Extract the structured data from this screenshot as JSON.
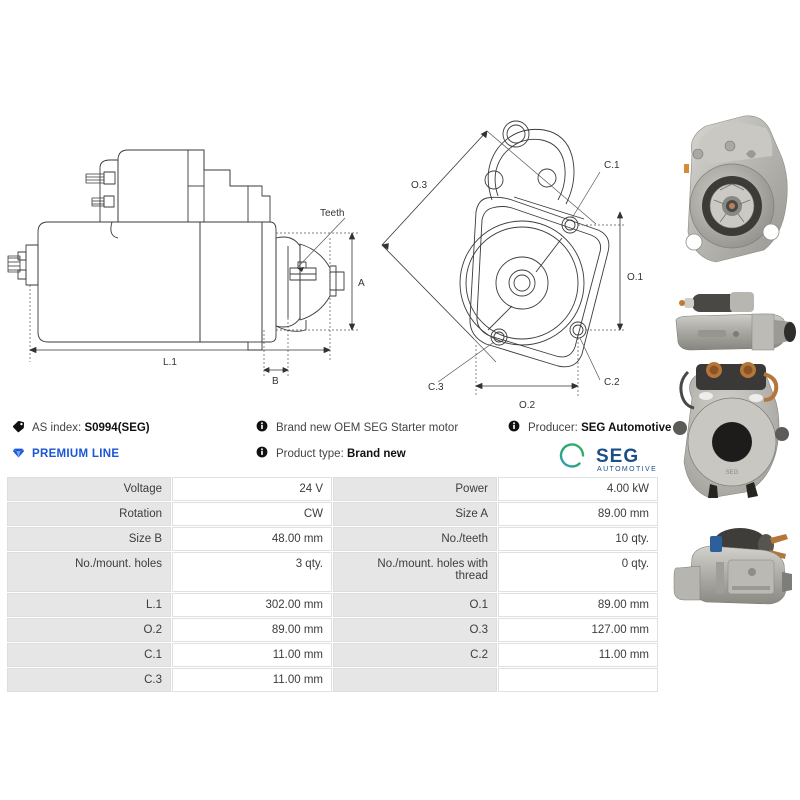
{
  "product": {
    "as_index_label": "AS index:",
    "as_index_value": "S0994(SEG)",
    "premium_line": "PREMIUM LINE",
    "description": "Brand new OEM SEG Starter motor",
    "product_type_label": "Product type:",
    "product_type_value": "Brand new",
    "producer_label": "Producer:",
    "producer_value": "SEG Automotive",
    "brand_logo_main": "SEG",
    "brand_logo_sub": "AUTOMOTIVE"
  },
  "icons": {
    "tag": "tag-icon",
    "diamond": "diamond-icon",
    "info": "info-icon"
  },
  "colors": {
    "premium_blue": "#1a56d6",
    "seg_blue": "#1b4f87",
    "seg_green": "#3fae6a",
    "table_label_bg": "#e6e6e6",
    "table_border": "#dcdcdc"
  },
  "drawings": {
    "side_view": {
      "labels": [
        "Teeth",
        "A",
        "L.1",
        "B"
      ]
    },
    "front_view": {
      "labels": [
        "O.3",
        "C.1",
        "O.1",
        "C.3",
        "O.2",
        "C.2"
      ]
    }
  },
  "spec_table": {
    "rows": [
      {
        "label_a": "Voltage",
        "value_a": "24 V",
        "label_b": "Power",
        "value_b": "4.00 kW"
      },
      {
        "label_a": "Rotation",
        "value_a": "CW",
        "label_b": "Size A",
        "value_b": "89.00 mm"
      },
      {
        "label_a": "Size B",
        "value_a": "48.00 mm",
        "label_b": "No./teeth",
        "value_b": "10 qty."
      },
      {
        "label_a": "No./mount. holes",
        "value_a": "3 qty.",
        "label_b": "No./mount. holes with thread",
        "value_b": "0 qty."
      },
      {
        "label_a": "L.1",
        "value_a": "302.00 mm",
        "label_b": "O.1",
        "value_b": "89.00 mm"
      },
      {
        "label_a": "O.2",
        "value_a": "89.00 mm",
        "label_b": "O.3",
        "value_b": "127.00 mm"
      },
      {
        "label_a": "C.1",
        "value_a": "11.00 mm",
        "label_b": "C.2",
        "value_b": "11.00 mm"
      },
      {
        "label_a": "C.3",
        "value_a": "11.00 mm",
        "label_b": "",
        "value_b": ""
      }
    ]
  },
  "photos": [
    {
      "name": "starter-motor-front-view-photo"
    },
    {
      "name": "starter-motor-side-view-photo"
    },
    {
      "name": "starter-motor-drive-end-photo"
    },
    {
      "name": "starter-motor-angled-view-photo"
    }
  ]
}
